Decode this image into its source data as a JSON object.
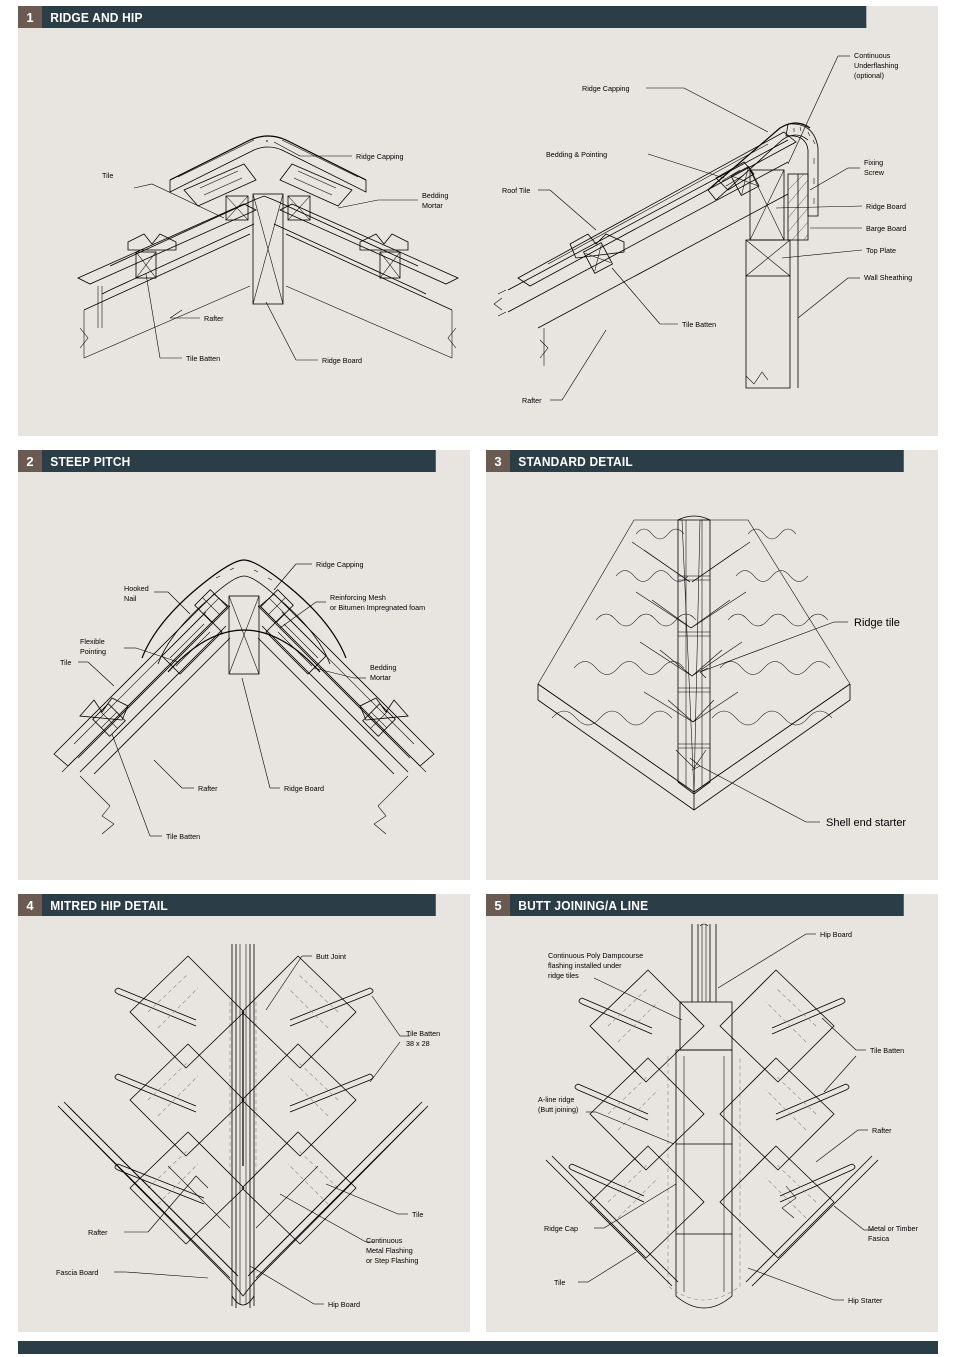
{
  "document": {
    "title": "Ridge and Hip Roofing Details",
    "background_color": "#ffffff",
    "panel_background": "#e8e4e0",
    "header_color": "#2b3e48",
    "badge_color": "#6b5a52",
    "header_text_color": "#ffffff"
  },
  "panels": [
    {
      "number": "1",
      "title": "RIDGE AND HIP",
      "labels_left": [
        "Tile",
        "Ridge Capping",
        "Bedding Mortar",
        "Rafter",
        "Tile Batten",
        "Ridge Board"
      ],
      "labels_right": [
        "Ridge Capping",
        "Continuous Underflashing (optional)",
        "Bedding & Pointing",
        "Roof Tile",
        "Fixing Screw",
        "Ridge Board",
        "Barge Board",
        "Top Plate",
        "Wall Sheathing",
        "Tile Batten",
        "Rafter"
      ]
    },
    {
      "number": "2",
      "title": "STEEP PITCH",
      "labels": [
        "Ridge Capping",
        "Hooked Nail",
        "Reinforcing Mesh or Bitumen Impregnated foam",
        "Flexible Pointing",
        "Bedding Mortar",
        "Tile",
        "Rafter",
        "Ridge Board",
        "Tile Batten"
      ]
    },
    {
      "number": "3",
      "title": "STANDARD DETAIL",
      "labels": [
        "Ridge tile",
        "Shell end starter"
      ]
    },
    {
      "number": "4",
      "title": "MITRED HIP DETAIL",
      "labels": [
        "Butt Joint",
        "Tile Batten 38 x 28",
        "Tile",
        "Continuous Metal Flashing or Step Flashing",
        "Rafter",
        "Fascia Board",
        "Hip Board"
      ]
    },
    {
      "number": "5",
      "title": "BUTT JOINING/A LINE",
      "labels": [
        "Hip Board",
        "Continuous Poly Dampcourse flashing installed under ridge tiles",
        "Tile Batten",
        "A-line ridge (Butt joining)",
        "Rafter",
        "Ridge Cap",
        "Metal or Timber Fasica",
        "Tile",
        "Hip Starter"
      ]
    }
  ],
  "text": {
    "p1": {
      "tile": "Tile",
      "ridge_capping": "Ridge Capping",
      "bedding_mortar_1": "Bedding",
      "bedding_mortar_2": "Mortar",
      "rafter": "Rafter",
      "tile_batten": "Tile Batten",
      "ridge_board": "Ridge Board",
      "r_ridge_capping": "Ridge Capping",
      "r_underflash_1": "Continuous",
      "r_underflash_2": "Underflashing",
      "r_underflash_3": "(optional)",
      "r_bedding_pointing": "Bedding & Pointing",
      "r_roof_tile": "Roof Tile",
      "r_fixing_1": "Fixing",
      "r_fixing_2": "Screw",
      "r_ridge_board": "Ridge Board",
      "r_barge_board": "Barge Board",
      "r_top_plate": "Top Plate",
      "r_wall_sheathing": "Wall Sheathing",
      "r_tile_batten": "Tile Batten",
      "r_rafter": "Rafter"
    },
    "p2": {
      "ridge_capping": "Ridge Capping",
      "hooked_1": "Hooked",
      "hooked_2": "Nail",
      "mesh_1": "Reinforcing Mesh",
      "mesh_2": "or Bitumen Impregnated foam",
      "flexible_1": "Flexible",
      "flexible_2": "Pointing",
      "bedding_1": "Bedding",
      "bedding_2": "Mortar",
      "tile": "Tile",
      "rafter": "Rafter",
      "ridge_board": "Ridge Board",
      "tile_batten": "Tile Batten"
    },
    "p3": {
      "ridge_tile": "Ridge tile",
      "shell_end_starter": "Shell end starter"
    },
    "p4": {
      "butt_joint": "Butt Joint",
      "tile_batten_1": "Tile Batten",
      "tile_batten_2": "38 x 28",
      "tile": "Tile",
      "flashing_1": "Continuous",
      "flashing_2": "Metal Flashing",
      "flashing_3": "or Step Flashing",
      "rafter": "Rafter",
      "fascia_board": "Fascia Board",
      "hip_board": "Hip Board"
    },
    "p5": {
      "hip_board": "Hip Board",
      "damp_1": "Continuous Poly Dampcourse",
      "damp_2": "flashing installed under",
      "damp_3": "ridge tiles",
      "tile_batten": "Tile Batten",
      "aline_1": "A-line ridge",
      "aline_2": "(Butt joining)",
      "rafter": "Rafter",
      "ridge_cap": "Ridge Cap",
      "fascia_1": "Metal or Timber",
      "fascia_2": "Fasica",
      "tile": "Tile",
      "hip_starter": "Hip Starter"
    }
  }
}
